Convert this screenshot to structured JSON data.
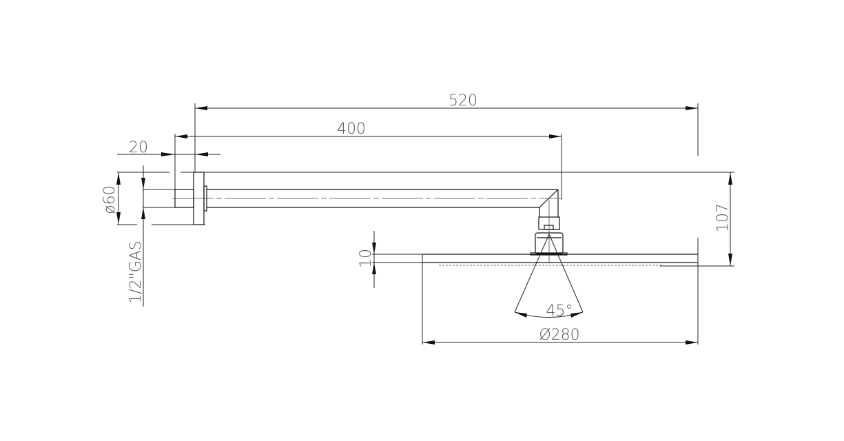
{
  "title": "Shower arm with square head - technical drawing",
  "dimensions": {
    "total_length": "520",
    "arm_length": "400",
    "fitting_depth": "20",
    "flange_diameter": "ø60",
    "thread": "1/2\"GAS",
    "head_thickness": "10",
    "total_height": "107",
    "spray_angle": "45°",
    "head_diameter": "Ø280"
  }
}
